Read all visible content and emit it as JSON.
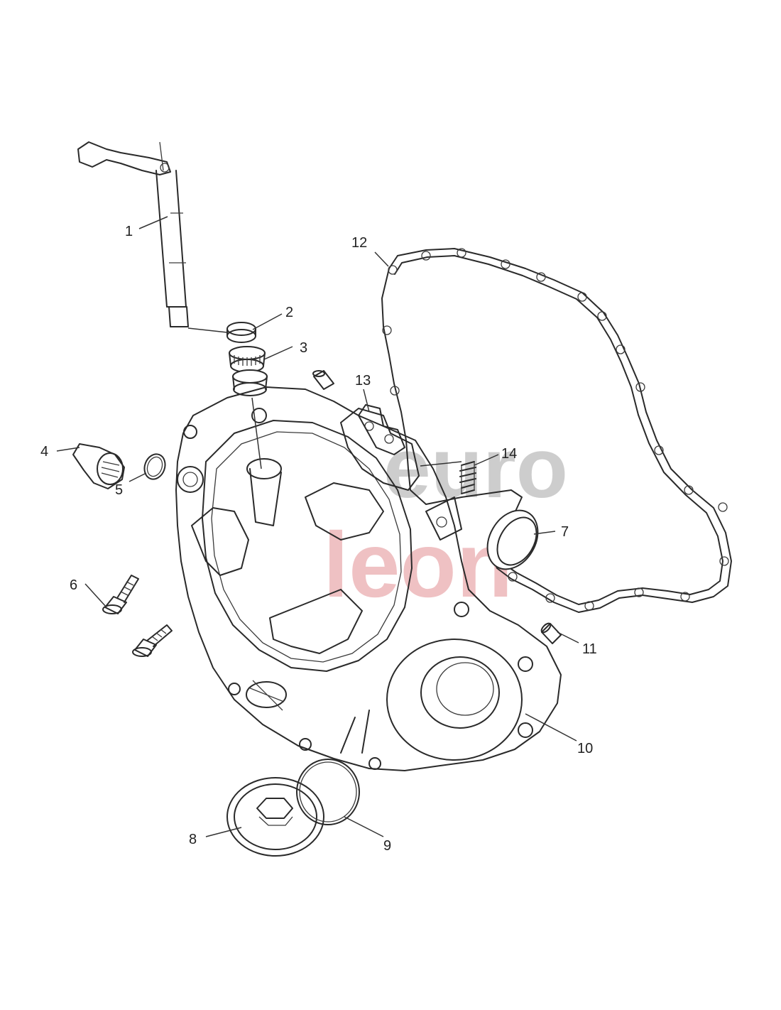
{
  "callouts": [
    {
      "id": "1",
      "label": "1"
    },
    {
      "id": "2",
      "label": "2"
    },
    {
      "id": "3",
      "label": "3"
    },
    {
      "id": "4",
      "label": "4"
    },
    {
      "id": "5",
      "label": "5"
    },
    {
      "id": "6",
      "label": "6"
    },
    {
      "id": "7",
      "label": "7"
    },
    {
      "id": "8",
      "label": "8"
    },
    {
      "id": "9",
      "label": "9"
    },
    {
      "id": "10",
      "label": "10"
    },
    {
      "id": "11",
      "label": "11"
    },
    {
      "id": "12",
      "label": "12"
    },
    {
      "id": "13",
      "label": "13"
    },
    {
      "id": "14",
      "label": "14"
    }
  ],
  "watermark": {
    "line1": "euro",
    "line2": "leon",
    "color_primary": "#bdbdbd",
    "color_accent": "#e8a0a4"
  }
}
